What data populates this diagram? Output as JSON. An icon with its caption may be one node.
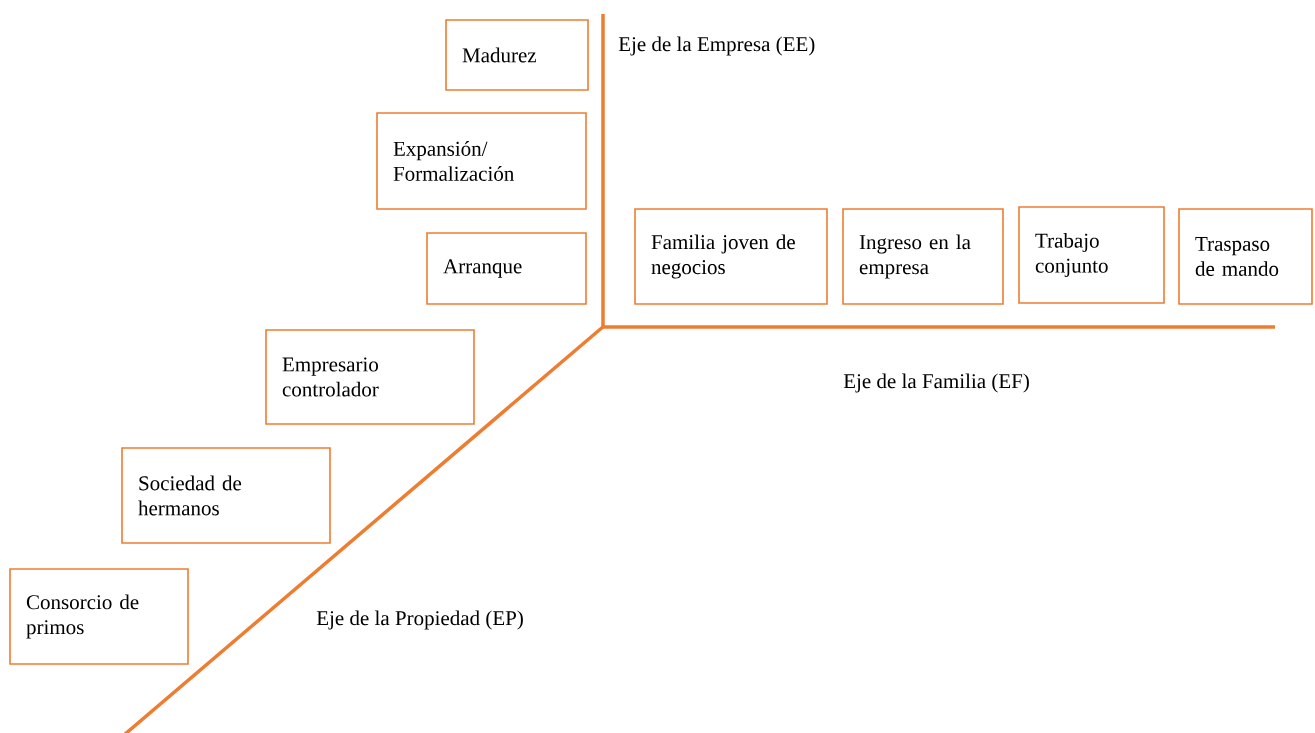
{
  "diagram": {
    "nodes": [
      {
        "text": [
          "Madurez"
        ]
      },
      {
        "text": [
          "Expansión/ Formalización"
        ]
      },
      {
        "text": [
          "Arranque"
        ]
      },
      {
        "text": [
          "Empresario controlador"
        ]
      },
      {
        "text": [
          "Sociedad de hermanos"
        ]
      },
      {
        "text": [
          "Consorcio de primos"
        ]
      },
      {
        "text": [
          "Familia joven de negocios"
        ]
      },
      {
        "text": [
          "Ingreso en la empresa"
        ]
      },
      {
        "text": [
          "Trabajo conjunto"
        ]
      },
      {
        "text": [
          "Traspaso de mando"
        ]
      }
    ],
    "labels": [
      "Eje de la Empresa (EE)",
      "Eje de la Familia (EF)",
      "Eje de la Propiedad (EP)"
    ]
  }
}
